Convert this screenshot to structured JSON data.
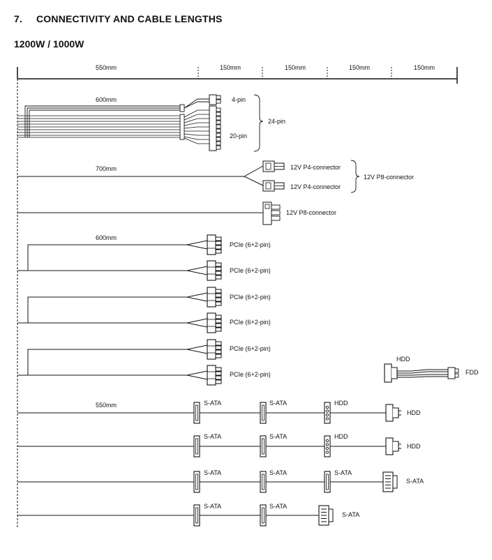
{
  "section": {
    "number": "7.",
    "title": "CONNECTIVITY AND CABLE LENGTHS"
  },
  "model": "1200W / 1000W",
  "ruler": {
    "segments": [
      "550mm",
      "150mm",
      "150mm",
      "150mm",
      "150mm"
    ]
  },
  "cable_lengths": {
    "atx": "600mm",
    "cpu": "700mm",
    "pcie": "600mm",
    "peripheral": "550mm"
  },
  "connectors": {
    "pin4": "4-pin",
    "pin20": "20-pin",
    "pin24": "24-pin",
    "p4": "12V P4-connector",
    "p8_group": "12V P8-connector",
    "p8": "12V P8-connector",
    "pcie": "PCIe (6+2-pin)",
    "sata": "S-ATA",
    "hdd": "HDD",
    "fdd": "FDD"
  }
}
